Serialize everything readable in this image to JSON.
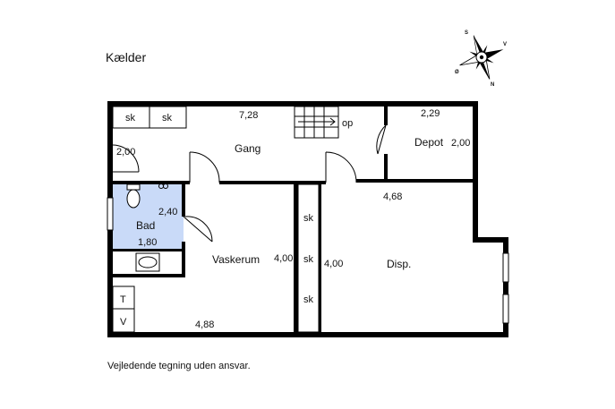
{
  "title": "Kælder",
  "footer": "Vejledende tegning uden ansvar.",
  "compass": {
    "labels": [
      "S",
      "V",
      "Ø",
      "N"
    ]
  },
  "rooms": {
    "gang": "Gang",
    "depot": "Depot",
    "bad": "Bad",
    "vaskerum": "Vaskerum",
    "disp": "Disp."
  },
  "dimensions": {
    "gang_width": "7,28",
    "depot_width": "2,29",
    "depot_depth": "2,00",
    "corner": "2,00",
    "bad_depth": "2,40",
    "bad_width": "1,80",
    "disp_width": "4,68",
    "vask_depth": "4,00",
    "disp_depth": "4,00",
    "vask_width": "4,88"
  },
  "fixtures": {
    "sk1": "sk",
    "sk2": "sk",
    "sk3": "sk",
    "sk4": "sk",
    "sk5": "sk",
    "stair": "op",
    "t": "T",
    "v": "V"
  },
  "colors": {
    "bath_fill": "#c9daf8",
    "walls": "#000000"
  }
}
